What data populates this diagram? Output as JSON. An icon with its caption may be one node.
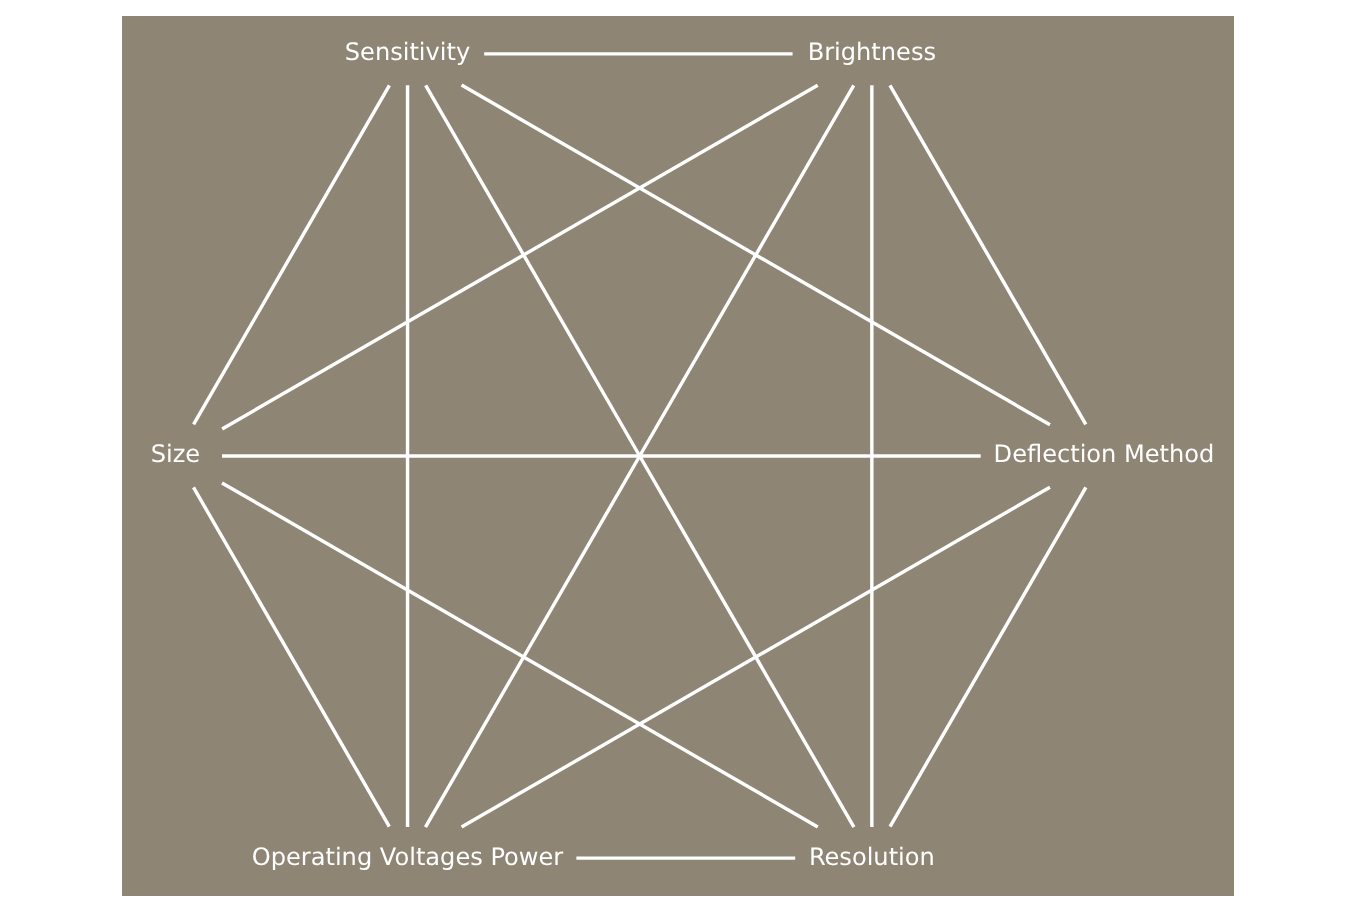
{
  "diagram": {
    "nodes": [
      {
        "text": [
          "Resolution"
        ]
      },
      {
        "text": [
          "Deflection Method"
        ]
      },
      {
        "text": [
          "Operating Voltages Power"
        ]
      },
      {
        "text": [
          "Size"
        ]
      },
      {
        "text": [
          "Brightness"
        ]
      },
      {
        "text": [
          "Sensitivity"
        ]
      }
    ],
    "edges": [
      {
        "from": 0,
        "to": 1,
        "arrow": "none"
      },
      {
        "from": 0,
        "to": 2,
        "arrow": "none"
      },
      {
        "from": 0,
        "to": 3,
        "arrow": "none"
      },
      {
        "from": 0,
        "to": 4,
        "arrow": "none"
      },
      {
        "from": 0,
        "to": 5,
        "arrow": "none"
      },
      {
        "from": 1,
        "to": 2,
        "arrow": "none"
      },
      {
        "from": 1,
        "to": 3,
        "arrow": "none"
      },
      {
        "from": 1,
        "to": 4,
        "arrow": "none"
      },
      {
        "from": 1,
        "to": 5,
        "arrow": "none"
      },
      {
        "from": 2,
        "to": 3,
        "arrow": "none"
      },
      {
        "from": 2,
        "to": 4,
        "arrow": "none"
      },
      {
        "from": 2,
        "to": 5,
        "arrow": "none"
      },
      {
        "from": 3,
        "to": 4,
        "arrow": "none"
      },
      {
        "from": 3,
        "to": 5,
        "arrow": "none"
      },
      {
        "from": 4,
        "to": 5,
        "arrow": "none"
      }
    ]
  }
}
